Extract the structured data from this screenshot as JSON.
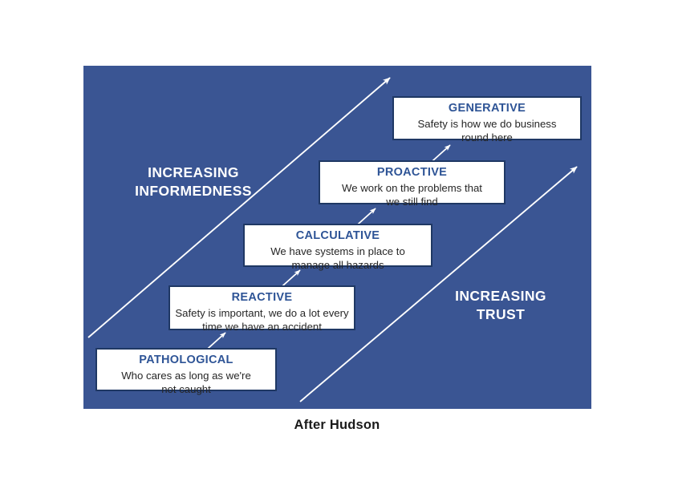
{
  "panel": {
    "background_color": "#3a5593"
  },
  "axes": [
    {
      "id": "informedness",
      "label": "INCREASING\nINFORMEDNESS",
      "color": "#ffffff"
    },
    {
      "id": "trust",
      "label": "INCREASING\nTRUST",
      "color": "#ffffff"
    }
  ],
  "levels": [
    {
      "id": "pathological",
      "title": "PATHOLOGICAL",
      "description": "Who cares as long as we're\nnot caught"
    },
    {
      "id": "reactive",
      "title": "REACTIVE",
      "description": "Safety is important, we do a lot every\ntime we have an accident"
    },
    {
      "id": "calculative",
      "title": "CALCULATIVE",
      "description": "We have systems in place to\nmanage all hazards"
    },
    {
      "id": "proactive",
      "title": "PROACTIVE",
      "description": "We work on the problems that\nwe still find"
    },
    {
      "id": "generative",
      "title": "GENERATIVE",
      "description": "Safety is how we do business\nround here"
    }
  ],
  "caption": "After Hudson",
  "colors": {
    "panel_blue": "#3a5593",
    "box_border": "#1f3864",
    "title_blue": "#2e5496",
    "body_text": "#262626",
    "arrow_white": "#ffffff",
    "caption_black": "#1a1a1a"
  }
}
